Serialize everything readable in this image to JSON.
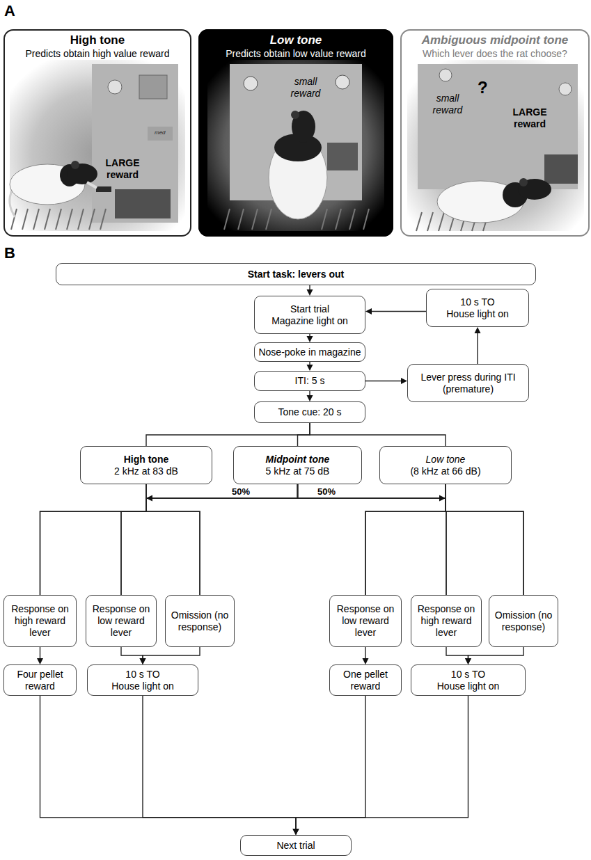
{
  "diagram": {
    "nodes": [
      {
        "text": [
          "High tone",
          "Predicts obtain high value reward",
          "LARGE reward"
        ]
      },
      {
        "text": [
          "Low tone",
          "Predicts obtain low value reward",
          "small reward"
        ]
      },
      {
        "text": [
          "Ambiguous midpoint tone",
          "Which lever does the rat choose?",
          "small reward",
          "LARGE reward"
        ]
      },
      {
        "text": [
          "Start task: levers out"
        ]
      },
      {
        "text": [
          "Start trial",
          "Magazine light on"
        ]
      },
      {
        "text": [
          "10 s TO",
          "House light on"
        ]
      },
      {
        "text": [
          "Nose-poke in magazine"
        ]
      },
      {
        "text": [
          "ITI: 5 s"
        ]
      },
      {
        "text": [
          "Lever press during ITI (premature)"
        ]
      },
      {
        "text": [
          "Tone cue: 20 s"
        ]
      },
      {
        "text": [
          "High tone",
          "2 kHz at 83 dB"
        ]
      },
      {
        "text": [
          "Midpoint tone",
          "5 kHz at 75 dB"
        ]
      },
      {
        "text": [
          "Low tone",
          "(8 kHz at 66 dB)"
        ]
      },
      {
        "text": [
          "Response on high reward lever"
        ]
      },
      {
        "text": [
          "Response on low reward lever"
        ]
      },
      {
        "text": [
          "Omission (no response)"
        ]
      },
      {
        "text": [
          "Response on low reward lever"
        ]
      },
      {
        "text": [
          "Response on high reward lever"
        ]
      },
      {
        "text": [
          "Omission (no response)"
        ]
      },
      {
        "text": [
          "Four pellet reward"
        ]
      },
      {
        "text": [
          "10 s TO",
          "House light on"
        ]
      },
      {
        "text": [
          "One pellet reward"
        ]
      },
      {
        "text": [
          "10 s TO",
          "House light on"
        ]
      },
      {
        "text": [
          "Next trial"
        ]
      }
    ],
    "edges": [
      {
        "from": 3,
        "to": 4,
        "arrow": "to"
      },
      {
        "from": 4,
        "to": 6,
        "arrow": "to"
      },
      {
        "from": 6,
        "to": 7,
        "arrow": "to"
      },
      {
        "from": 7,
        "to": 9,
        "arrow": "to"
      },
      {
        "from": 7,
        "to": 8,
        "arrow": "to"
      },
      {
        "from": 8,
        "to": 5,
        "arrow": "to"
      },
      {
        "from": 5,
        "to": 4,
        "arrow": "to"
      },
      {
        "from": 9,
        "to": 10,
        "arrow": "none"
      },
      {
        "from": 9,
        "to": 11,
        "arrow": "none"
      },
      {
        "from": 9,
        "to": 12,
        "arrow": "none"
      },
      {
        "from": 10,
        "to": 13,
        "arrow": "none"
      },
      {
        "from": 10,
        "to": 14,
        "arrow": "none"
      },
      {
        "from": 10,
        "to": 15,
        "arrow": "none"
      },
      {
        "from": 11,
        "to": 13,
        "arrow": "none"
      },
      {
        "from": 11,
        "to": 14,
        "arrow": "none"
      },
      {
        "from": 11,
        "to": 15,
        "arrow": "none"
      },
      {
        "from": 11,
        "to": 16,
        "arrow": "none"
      },
      {
        "from": 11,
        "to": 17,
        "arrow": "none"
      },
      {
        "from": 11,
        "to": 18,
        "arrow": "none"
      },
      {
        "from": 12,
        "to": 16,
        "arrow": "none"
      },
      {
        "from": 12,
        "to": 17,
        "arrow": "none"
      },
      {
        "from": 12,
        "to": 18,
        "arrow": "none"
      },
      {
        "from": 13,
        "to": 19,
        "arrow": "to"
      },
      {
        "from": 14,
        "to": 20,
        "arrow": "to"
      },
      {
        "from": 15,
        "to": 20,
        "arrow": "to"
      },
      {
        "from": 16,
        "to": 21,
        "arrow": "to"
      },
      {
        "from": 17,
        "to": 22,
        "arrow": "to"
      },
      {
        "from": 18,
        "to": 22,
        "arrow": "to"
      },
      {
        "from": 19,
        "to": 23,
        "arrow": "to"
      },
      {
        "from": 20,
        "to": 23,
        "arrow": "to"
      },
      {
        "from": 21,
        "to": 23,
        "arrow": "to"
      },
      {
        "from": 22,
        "to": 23,
        "arrow": "to"
      }
    ],
    "labels": [
      "A",
      "B",
      "50%",
      "50%",
      "?",
      "med"
    ]
  }
}
